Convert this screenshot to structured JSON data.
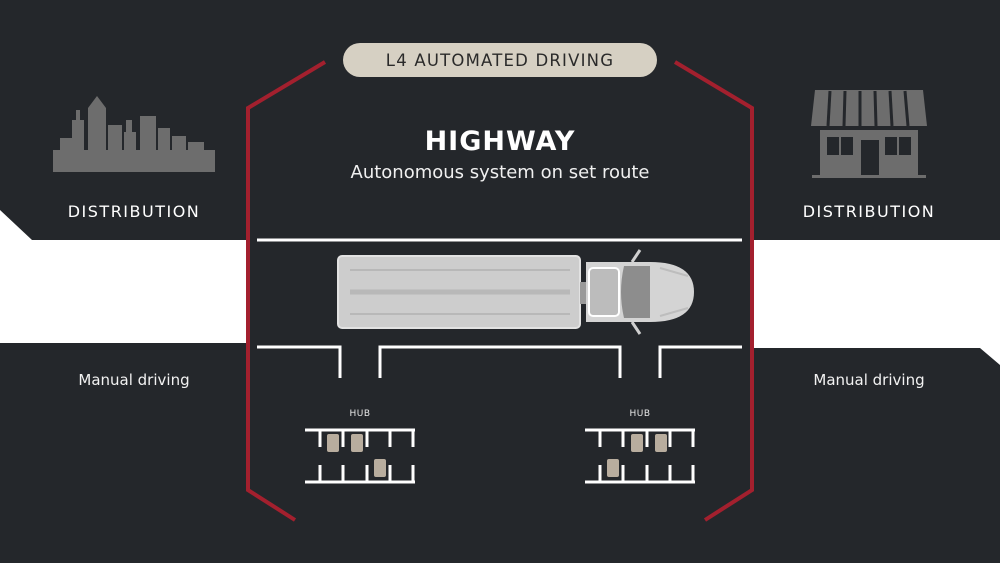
{
  "badge": "L4 AUTOMATED DRIVING",
  "center": {
    "title": "HIGHWAY",
    "subtitle": "Autonomous system on set route"
  },
  "left": {
    "label": "DISTRIBUTION",
    "note": "Manual driving",
    "icon": "city-skyline-icon"
  },
  "right": {
    "label": "DISTRIBUTION",
    "note": "Manual driving",
    "icon": "storefront-icon"
  },
  "hubs": [
    {
      "label": "HUB"
    },
    {
      "label": "HUB"
    }
  ],
  "colors": {
    "background": "#24272b",
    "road": "#ffffff",
    "bracket": "#a3202e",
    "badge": "#d6d0c3",
    "icon_gray": "#6d6d6d",
    "truck": "#c9c9c9",
    "parked_vehicle": "#b8ad9e"
  }
}
